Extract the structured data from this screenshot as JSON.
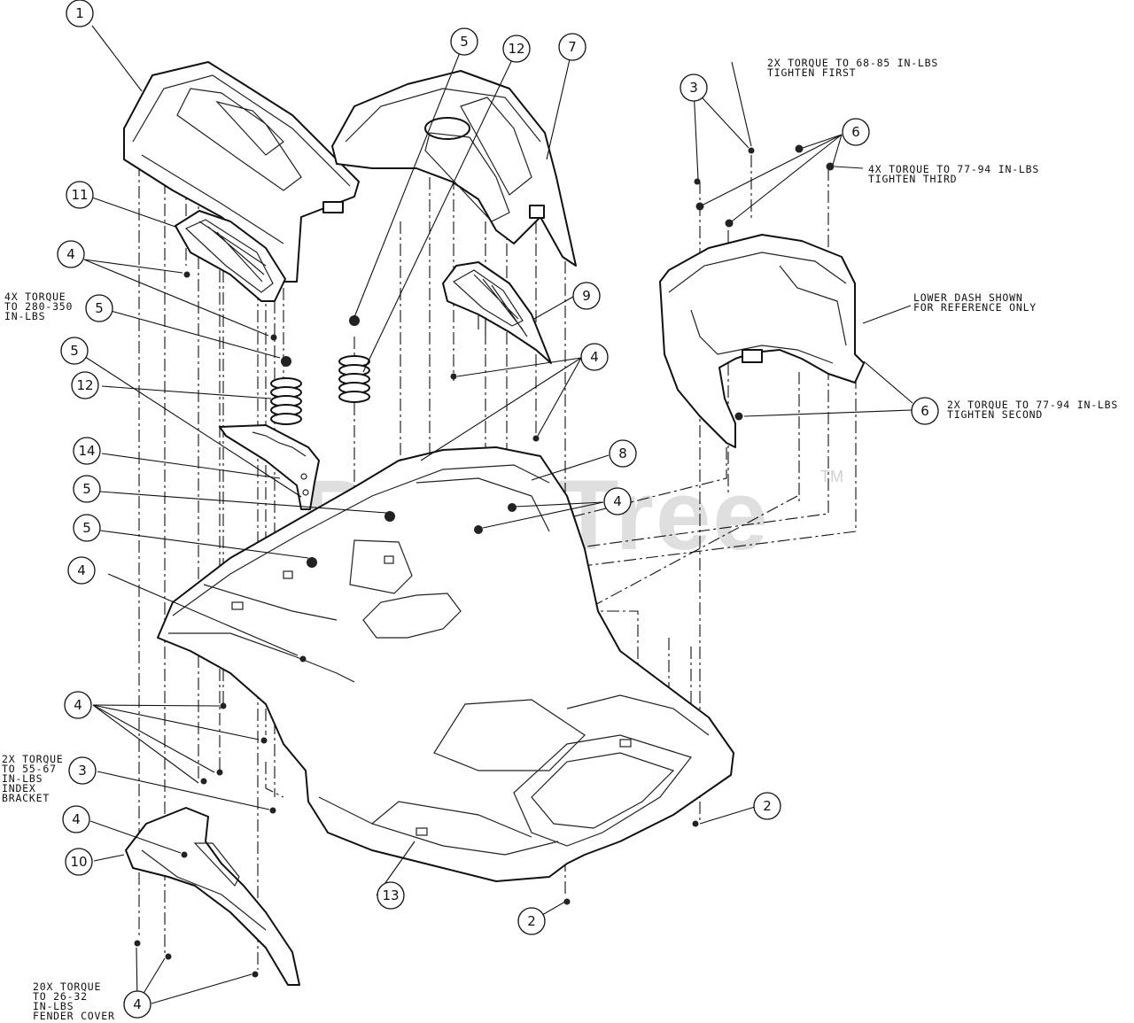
{
  "watermark": {
    "text": "PartsTree",
    "trademark": "TM"
  },
  "notes": {
    "n1": [
      "2X TORQUE TO 68-85 IN-LBS",
      "TIGHTEN FIRST"
    ],
    "n2": [
      "4X TORQUE TO 77-94 IN-LBS",
      "TIGHTEN THIRD"
    ],
    "n3": [
      "LOWER DASH SHOWN",
      "FOR REFERENCE ONLY"
    ],
    "n4": [
      "2X TORQUE TO 77-94 IN-LBS",
      "TIGHTEN SECOND"
    ],
    "n5": [
      "4X TORQUE",
      "TO 280-350",
      "IN-LBS"
    ],
    "n6": [
      "2X TORQUE",
      "TO 55-67",
      "IN-LBS",
      "INDEX",
      "BRACKET"
    ],
    "n7": [
      "20X TORQUE",
      "TO 26-32",
      "IN-LBS",
      "FENDER COVER"
    ]
  },
  "callouts": [
    "1",
    "5",
    "12",
    "7",
    "3",
    "6",
    "11",
    "4",
    "5",
    "9",
    "5",
    "12",
    "4",
    "14",
    "8",
    "5",
    "4",
    "5",
    "4",
    "6",
    "4",
    "3",
    "2",
    "4",
    "10",
    "13",
    "2",
    "4"
  ]
}
